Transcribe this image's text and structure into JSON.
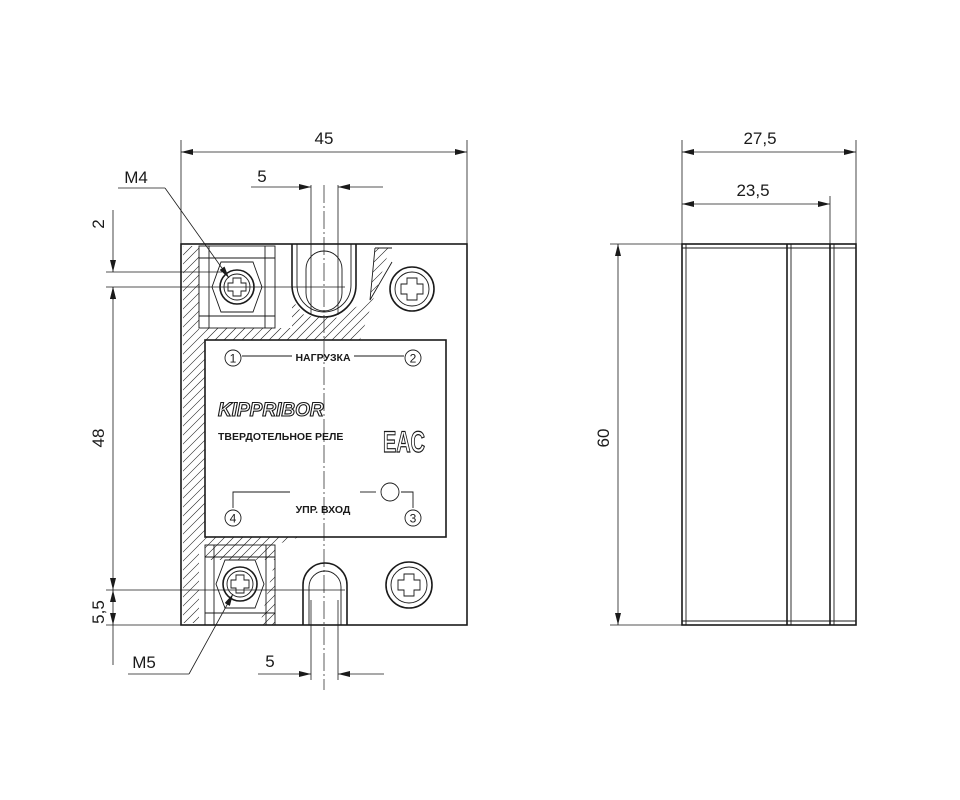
{
  "dimensions": {
    "overall_width": "45",
    "slot_top_width": "5",
    "slot_bottom_width": "5",
    "top_offset": "2",
    "mount_spacing": "48",
    "bottom_offset": "5,5",
    "side_depth": "27,5",
    "side_body_depth": "23,5",
    "overall_height": "60"
  },
  "threads": {
    "top": "M4",
    "bottom": "M5"
  },
  "label_plate": {
    "load": "НАГРУЗКА",
    "brand": "KIPPRIBOR",
    "product": "ТВЕРДОТЕЛЬНОЕ РЕЛЕ",
    "mark": "EAC",
    "control_input": "УПР. ВХОД",
    "terminals": [
      "1",
      "2",
      "3",
      "4"
    ]
  }
}
